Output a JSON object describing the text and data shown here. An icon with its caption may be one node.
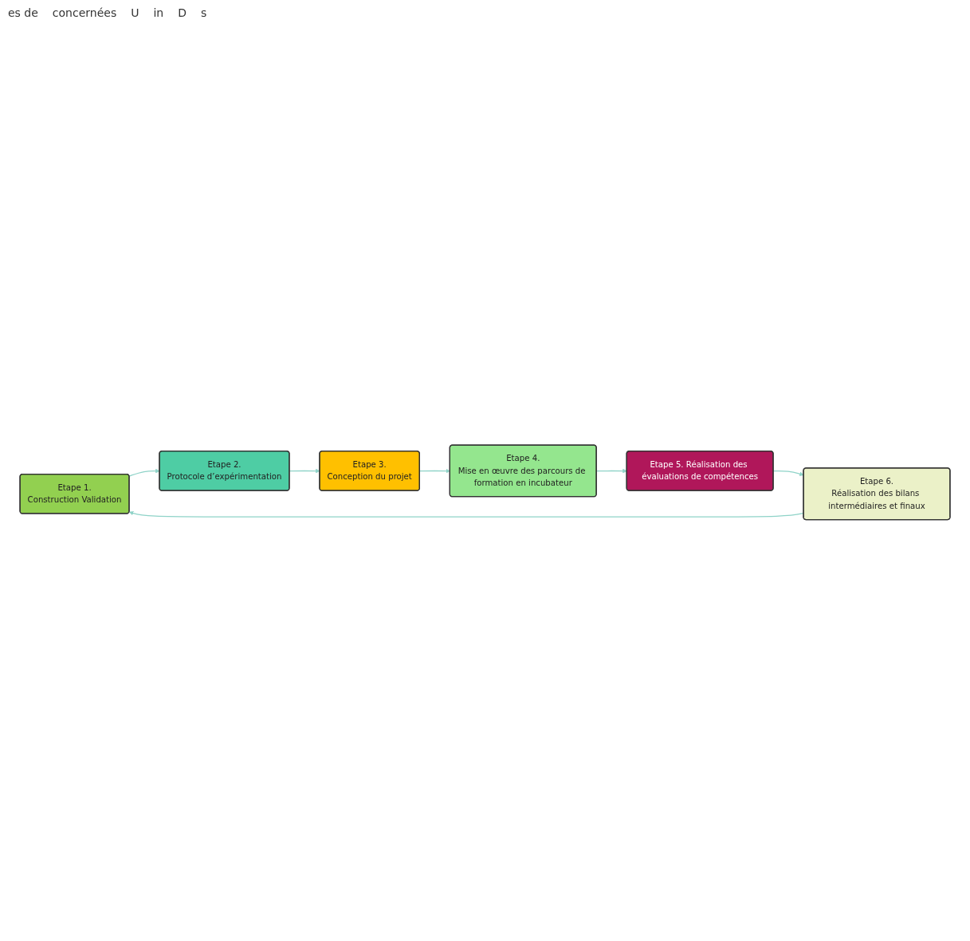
{
  "diagram": {
    "nodes": [
      {
        "text": [
          "Etape 1.",
          "Construction Validation"
        ]
      },
      {
        "text": [
          "Etape 2.",
          "Protocole d’expérimentation"
        ]
      },
      {
        "text": [
          "Etape 3.",
          "Conception du projet"
        ]
      },
      {
        "text": [
          "Etape 4.",
          "Mise en œuvre des parcours de formation en incubateur"
        ]
      },
      {
        "text": [
          "Etape 5. Réalisation des évaluations de compétences"
        ]
      },
      {
        "text": [
          "Etape 6.",
          "Réalisation des bilans intermédiaires et finaux"
        ]
      }
    ],
    "edges": [
      {
        "from": 0,
        "to": 1,
        "arrow": "to"
      },
      {
        "from": 1,
        "to": 2,
        "arrow": "to"
      },
      {
        "from": 2,
        "to": 3,
        "arrow": "to"
      },
      {
        "from": 3,
        "to": 4,
        "arrow": "to"
      },
      {
        "from": 4,
        "to": 5,
        "arrow": "to"
      },
      {
        "from": 5,
        "to": 0,
        "arrow": "to"
      }
    ],
    "labels": [
      "es de",
      "concernées",
      "U",
      "in",
      "D",
      "s"
    ]
  }
}
